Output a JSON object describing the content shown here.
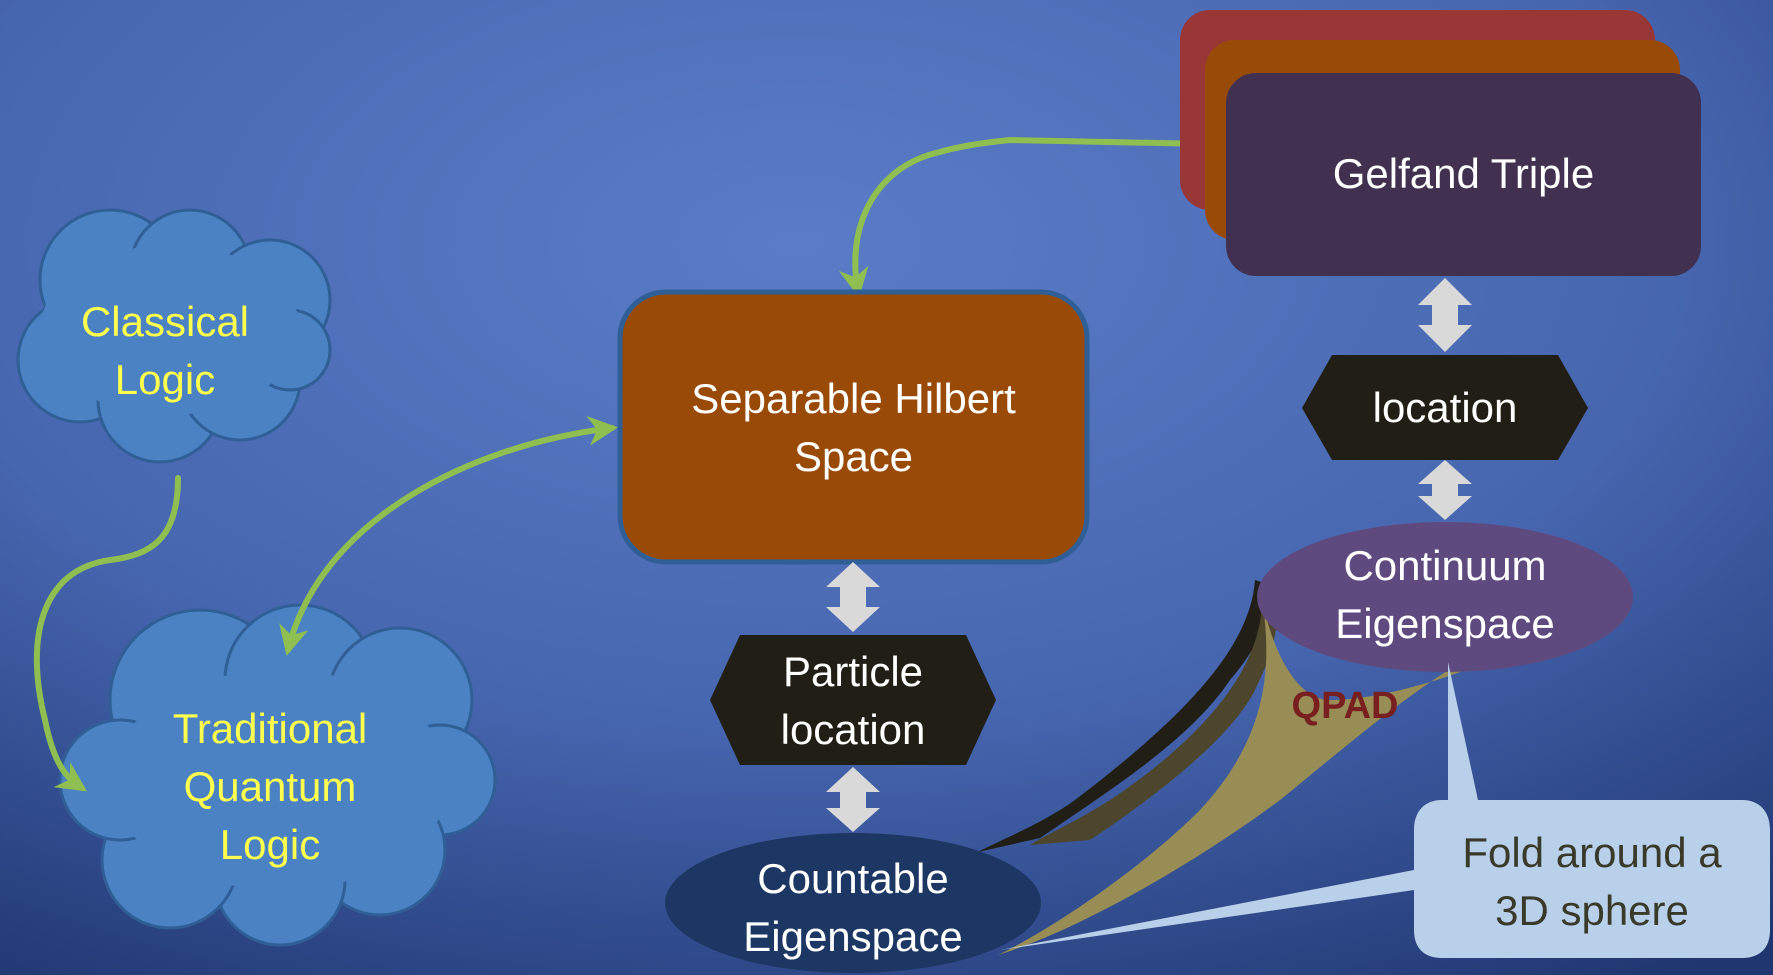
{
  "diagram": {
    "nodes": {
      "classical_logic": "Classical\nLogic",
      "traditional_quantum_logic": "Traditional\nQuantum\nLogic",
      "separable_hilbert_space": "Separable Hilbert\nSpace",
      "particle_location": "Particle\nlocation",
      "countable_eigenspace": "Countable\nEigenspace",
      "gelfand_triple": "Gelfand Triple",
      "location": "location",
      "continuum_eigenspace": "Continuum\nEigenspace",
      "qpad": "QPAD",
      "fold_callout": "Fold around a\n3D sphere"
    },
    "colors": {
      "background_center": "#5a7cc6",
      "background_edge": "#1f3670",
      "cloud_fill": "#4a82c4",
      "cloud_text": "#ffff4d",
      "hilbert_box": "#9a4a07",
      "gelfand_back": "#993636",
      "gelfand_mid": "#9a4a07",
      "gelfand_front": "#41304f",
      "hexagon": "#211f15",
      "countable_ellipse": "#1c3763",
      "continuum_ellipse": "#5f4a80",
      "qpad_fill": "#978d55",
      "qpad_text": "#7a1f1f",
      "callout_fill": "#b9d0ea",
      "callout_text": "#3a3a2a",
      "arrow_green": "#8fbf50",
      "arrow_gray": "#d9d9d9"
    }
  }
}
